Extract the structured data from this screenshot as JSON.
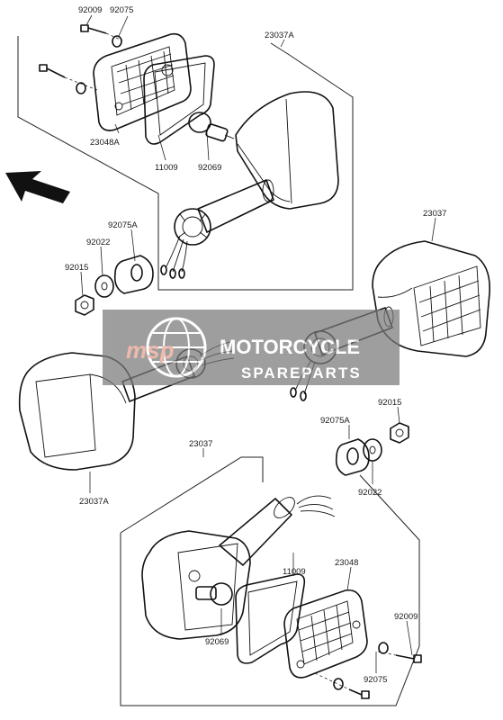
{
  "labels": {
    "l_92009_top": "92009",
    "l_92075_top": "92075",
    "l_23037A_top": "23037A",
    "l_23048A": "23048A",
    "l_11009_top": "11009",
    "l_92069_top": "92069",
    "l_92075A_left": "92075A",
    "l_92022_left": "92022",
    "l_92015_left": "92015",
    "l_23037_right": "23037",
    "l_92015_right": "92015",
    "l_92075A_right": "92075A",
    "l_92022_right": "92022",
    "l_23037A_left": "23037A",
    "l_23037_bottom": "23037",
    "l_11009_bottom": "11009",
    "l_23048": "23048",
    "l_92009_bottom": "92009",
    "l_92069_bottom": "92069",
    "l_92075_bottom": "92075"
  },
  "watermark": {
    "line1": "MOTORCYCLE",
    "line2": "SPAREPARTS",
    "color_box": "#7a7a7a",
    "color_text": "#ffffff",
    "color_accent": "#e7a08c"
  },
  "direction_arrow": "front-arrow-icon"
}
